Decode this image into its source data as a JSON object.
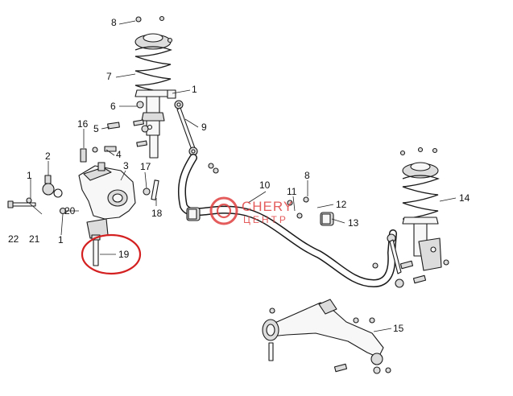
{
  "diagram": {
    "callouts": [
      "8",
      "7",
      "1",
      "6",
      "9",
      "16",
      "5",
      "4",
      "2",
      "3",
      "17",
      "1",
      "20",
      "22",
      "21",
      "1",
      "18",
      "10",
      "8",
      "11",
      "12",
      "13",
      "14",
      "15",
      "19"
    ],
    "watermark": {
      "brand": "CHERY",
      "sub": "ЦЕНТР"
    },
    "colors": {
      "highlight": "#d42020",
      "watermark_red": "#e04040",
      "line": "#1a1a1a"
    }
  }
}
